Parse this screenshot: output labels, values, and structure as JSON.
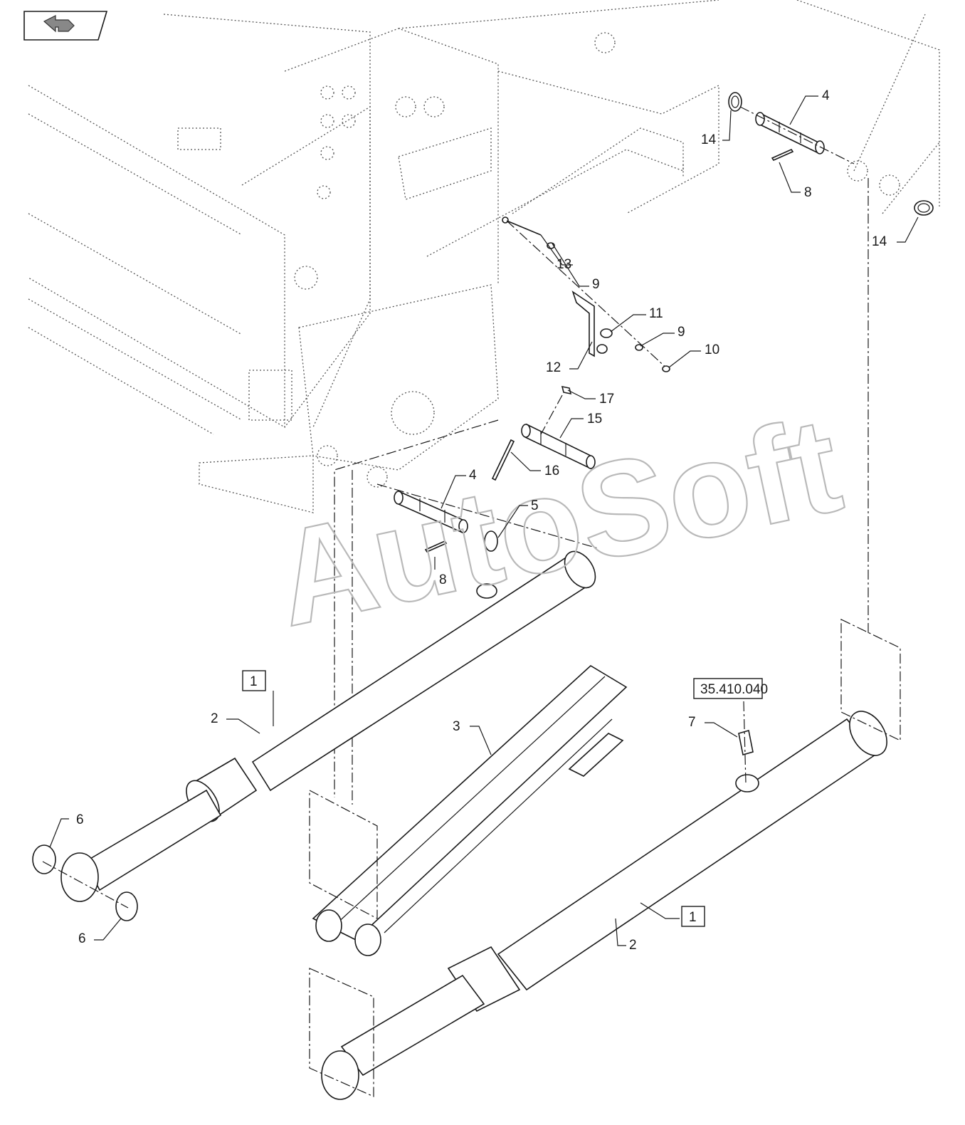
{
  "nav": {
    "back_icon": "return-arrow-icon"
  },
  "watermark": "AutoSoft",
  "callouts": {
    "c4a": "4",
    "c14a": "14",
    "c8a": "8",
    "c14b": "14",
    "c13": "13",
    "c9a": "9",
    "c11": "11",
    "c9b": "9",
    "c10": "10",
    "c12": "12",
    "c17": "17",
    "c15": "15",
    "c16": "16",
    "c4b": "4",
    "c5": "5",
    "c8b": "8",
    "c1a": "1",
    "c2a": "2",
    "c3": "3",
    "c7": "7",
    "c6a": "6",
    "c6b": "6",
    "c1b": "1",
    "c2b": "2"
  },
  "reference_box": "35.410.040",
  "colors": {
    "line": "#1a1a1a",
    "frame": "#555555",
    "watermark": "#b9b9b9"
  }
}
